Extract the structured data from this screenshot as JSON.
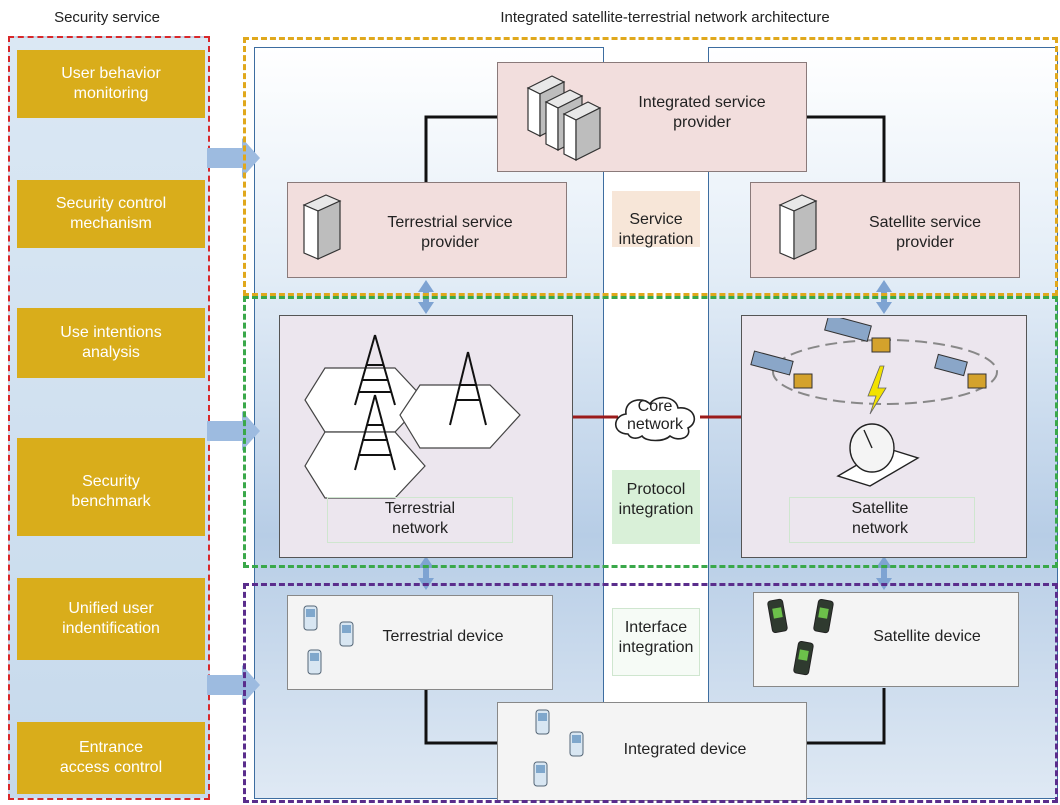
{
  "left_title": "Security service",
  "right_title": "Integrated satellite-terrestrial network architecture",
  "security_items": [
    {
      "line1": "User behavior",
      "line2": "monitoring"
    },
    {
      "line1": "Security control",
      "line2": "mechanism"
    },
    {
      "line1": "Use intentions",
      "line2": "analysis"
    },
    {
      "line1": "Security",
      "line2": "benchmark"
    },
    {
      "line1": "Unified user",
      "line2": "indentification"
    },
    {
      "line1": "Entrance",
      "line2": "access control"
    }
  ],
  "nodes": {
    "integrated_service_provider": {
      "line1": "Integrated service",
      "line2": "provider"
    },
    "terrestrial_service_provider": {
      "line1": "Terrestrial service",
      "line2": "provider"
    },
    "satellite_service_provider": {
      "line1": "Satellite service",
      "line2": "provider"
    },
    "terrestrial_network": {
      "line1": "Terrestrial",
      "line2": "network"
    },
    "satellite_network": {
      "line1": "Satellite",
      "line2": "network"
    },
    "core_network": {
      "line1": "Core",
      "line2": "network"
    },
    "terrestrial_device": "Terrestrial device",
    "satellite_device": "Satellite device",
    "integrated_device": "Integrated device"
  },
  "integration_tags": {
    "service": {
      "line1": "Service",
      "line2": "integration"
    },
    "protocol": {
      "line1": "Protocol",
      "line2": "integration"
    },
    "interface": {
      "line1": "Interface",
      "line2": "integration"
    }
  },
  "colors": {
    "security_item": "#d9ad1b",
    "security_border": "#d9282a",
    "service_layer_border": "#e0a81c",
    "network_layer_border": "#3aa84a",
    "device_layer_border": "#5a2d8c",
    "provider_fill": "#f2dedd",
    "network_fill": "#ece6ee",
    "red_link": "#9b1b1b",
    "arrow": "#8fb0d8"
  }
}
